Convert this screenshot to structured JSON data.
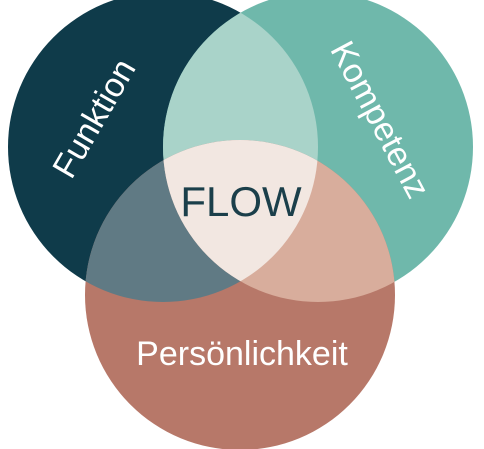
{
  "diagram": {
    "circles": [
      {
        "id": "funktion",
        "label": "Funktion",
        "color": "#0f3b4a"
      },
      {
        "id": "kompetenz",
        "label": "Kompetenz",
        "color": "#6fb8ab"
      },
      {
        "id": "persoenlichkeit",
        "label": "Persönlichkeit",
        "color": "#b77869"
      }
    ],
    "overlaps": {
      "funktion_kompetenz": "#a9d3c9",
      "funktion_persoenlichkeit": "#607a84",
      "kompetenz_persoenlichkeit": "#d8ad9c",
      "center": "#f2e7e1"
    },
    "center_label": "FLOW"
  }
}
